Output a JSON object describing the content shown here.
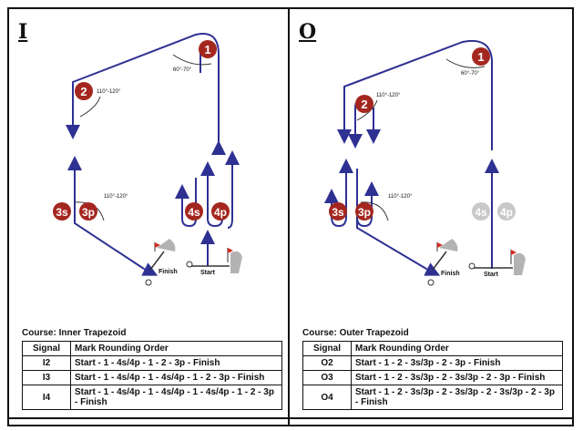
{
  "panels": [
    {
      "letter": "I",
      "course_label": "Course:",
      "course_name": "Inner Trapezoid",
      "table_headers": {
        "signal": "Signal",
        "order": "Mark Rounding Order"
      },
      "rows": [
        {
          "signal": "I2",
          "order": "Start - 1 - 4s/4p - 1 - 2 - 3p - Finish"
        },
        {
          "signal": "I3",
          "order": "Start - 1 - 4s/4p - 1 - 4s/4p - 1 - 2 - 3p - Finish"
        },
        {
          "signal": "I4",
          "order": "Start - 1 - 4s/4p - 1 - 4s/4p - 1 - 4s/4p - 1 - 2 - 3p - Finish"
        }
      ],
      "marks": {
        "m1": "1",
        "m2": "2",
        "m3s": "3s",
        "m3p": "3p",
        "m4s": "4s",
        "m4p": "4p"
      },
      "angles": {
        "a1": "60°-70°",
        "a2": "110°-120°",
        "a3": "110°-120°"
      },
      "finish": "Finish",
      "start": "Start"
    },
    {
      "letter": "O",
      "course_label": "Course:",
      "course_name": "Outer Trapezoid",
      "table_headers": {
        "signal": "Signal",
        "order": "Mark Rounding Order"
      },
      "rows": [
        {
          "signal": "O2",
          "order": "Start - 1 - 2 - 3s/3p - 2 - 3p - Finish"
        },
        {
          "signal": "O3",
          "order": "Start - 1 - 2 - 3s/3p - 2 - 3s/3p - 2 - 3p - Finish"
        },
        {
          "signal": "O4",
          "order": "Start - 1 - 2 - 3s/3p - 2 - 3s/3p - 2 - 3s/3p - 2 - 3p - Finish"
        }
      ],
      "marks": {
        "m1": "1",
        "m2": "2",
        "m3s": "3s",
        "m3p": "3p",
        "m4s": "4s",
        "m4p": "4p"
      },
      "angles": {
        "a1": "60°-70°",
        "a2": "110°-120°",
        "a3": "110°-120°"
      },
      "finish": "Finish",
      "start": "Start"
    }
  ],
  "colors": {
    "course_line": "#2e3192",
    "mark_red": "#a4271f",
    "mark_gray": "#c8c8c8",
    "boat_gray": "#b3b3b3",
    "flag_red": "#d22a1f"
  }
}
